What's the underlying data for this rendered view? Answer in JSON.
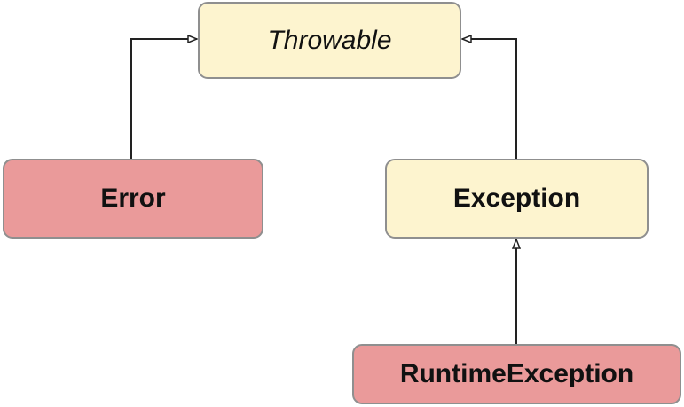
{
  "diagram": {
    "nodes": {
      "throwable": {
        "label": "Throwable",
        "style": "abstract"
      },
      "error": {
        "label": "Error",
        "style": "concrete"
      },
      "exception": {
        "label": "Exception",
        "style": "concrete"
      },
      "runtime_exception": {
        "label": "RuntimeException",
        "style": "concrete"
      }
    },
    "edges": [
      {
        "from": "Error",
        "to": "Throwable",
        "type": "inheritance"
      },
      {
        "from": "Exception",
        "to": "Throwable",
        "type": "inheritance"
      },
      {
        "from": "RuntimeException",
        "to": "Exception",
        "type": "inheritance"
      }
    ],
    "colors": {
      "abstract_fill": "#fdf4cf",
      "concrete_fill": "#ea9a9a",
      "exception_fill": "#fdf4cf",
      "border": "#8f8f8f",
      "line": "#222222"
    }
  }
}
